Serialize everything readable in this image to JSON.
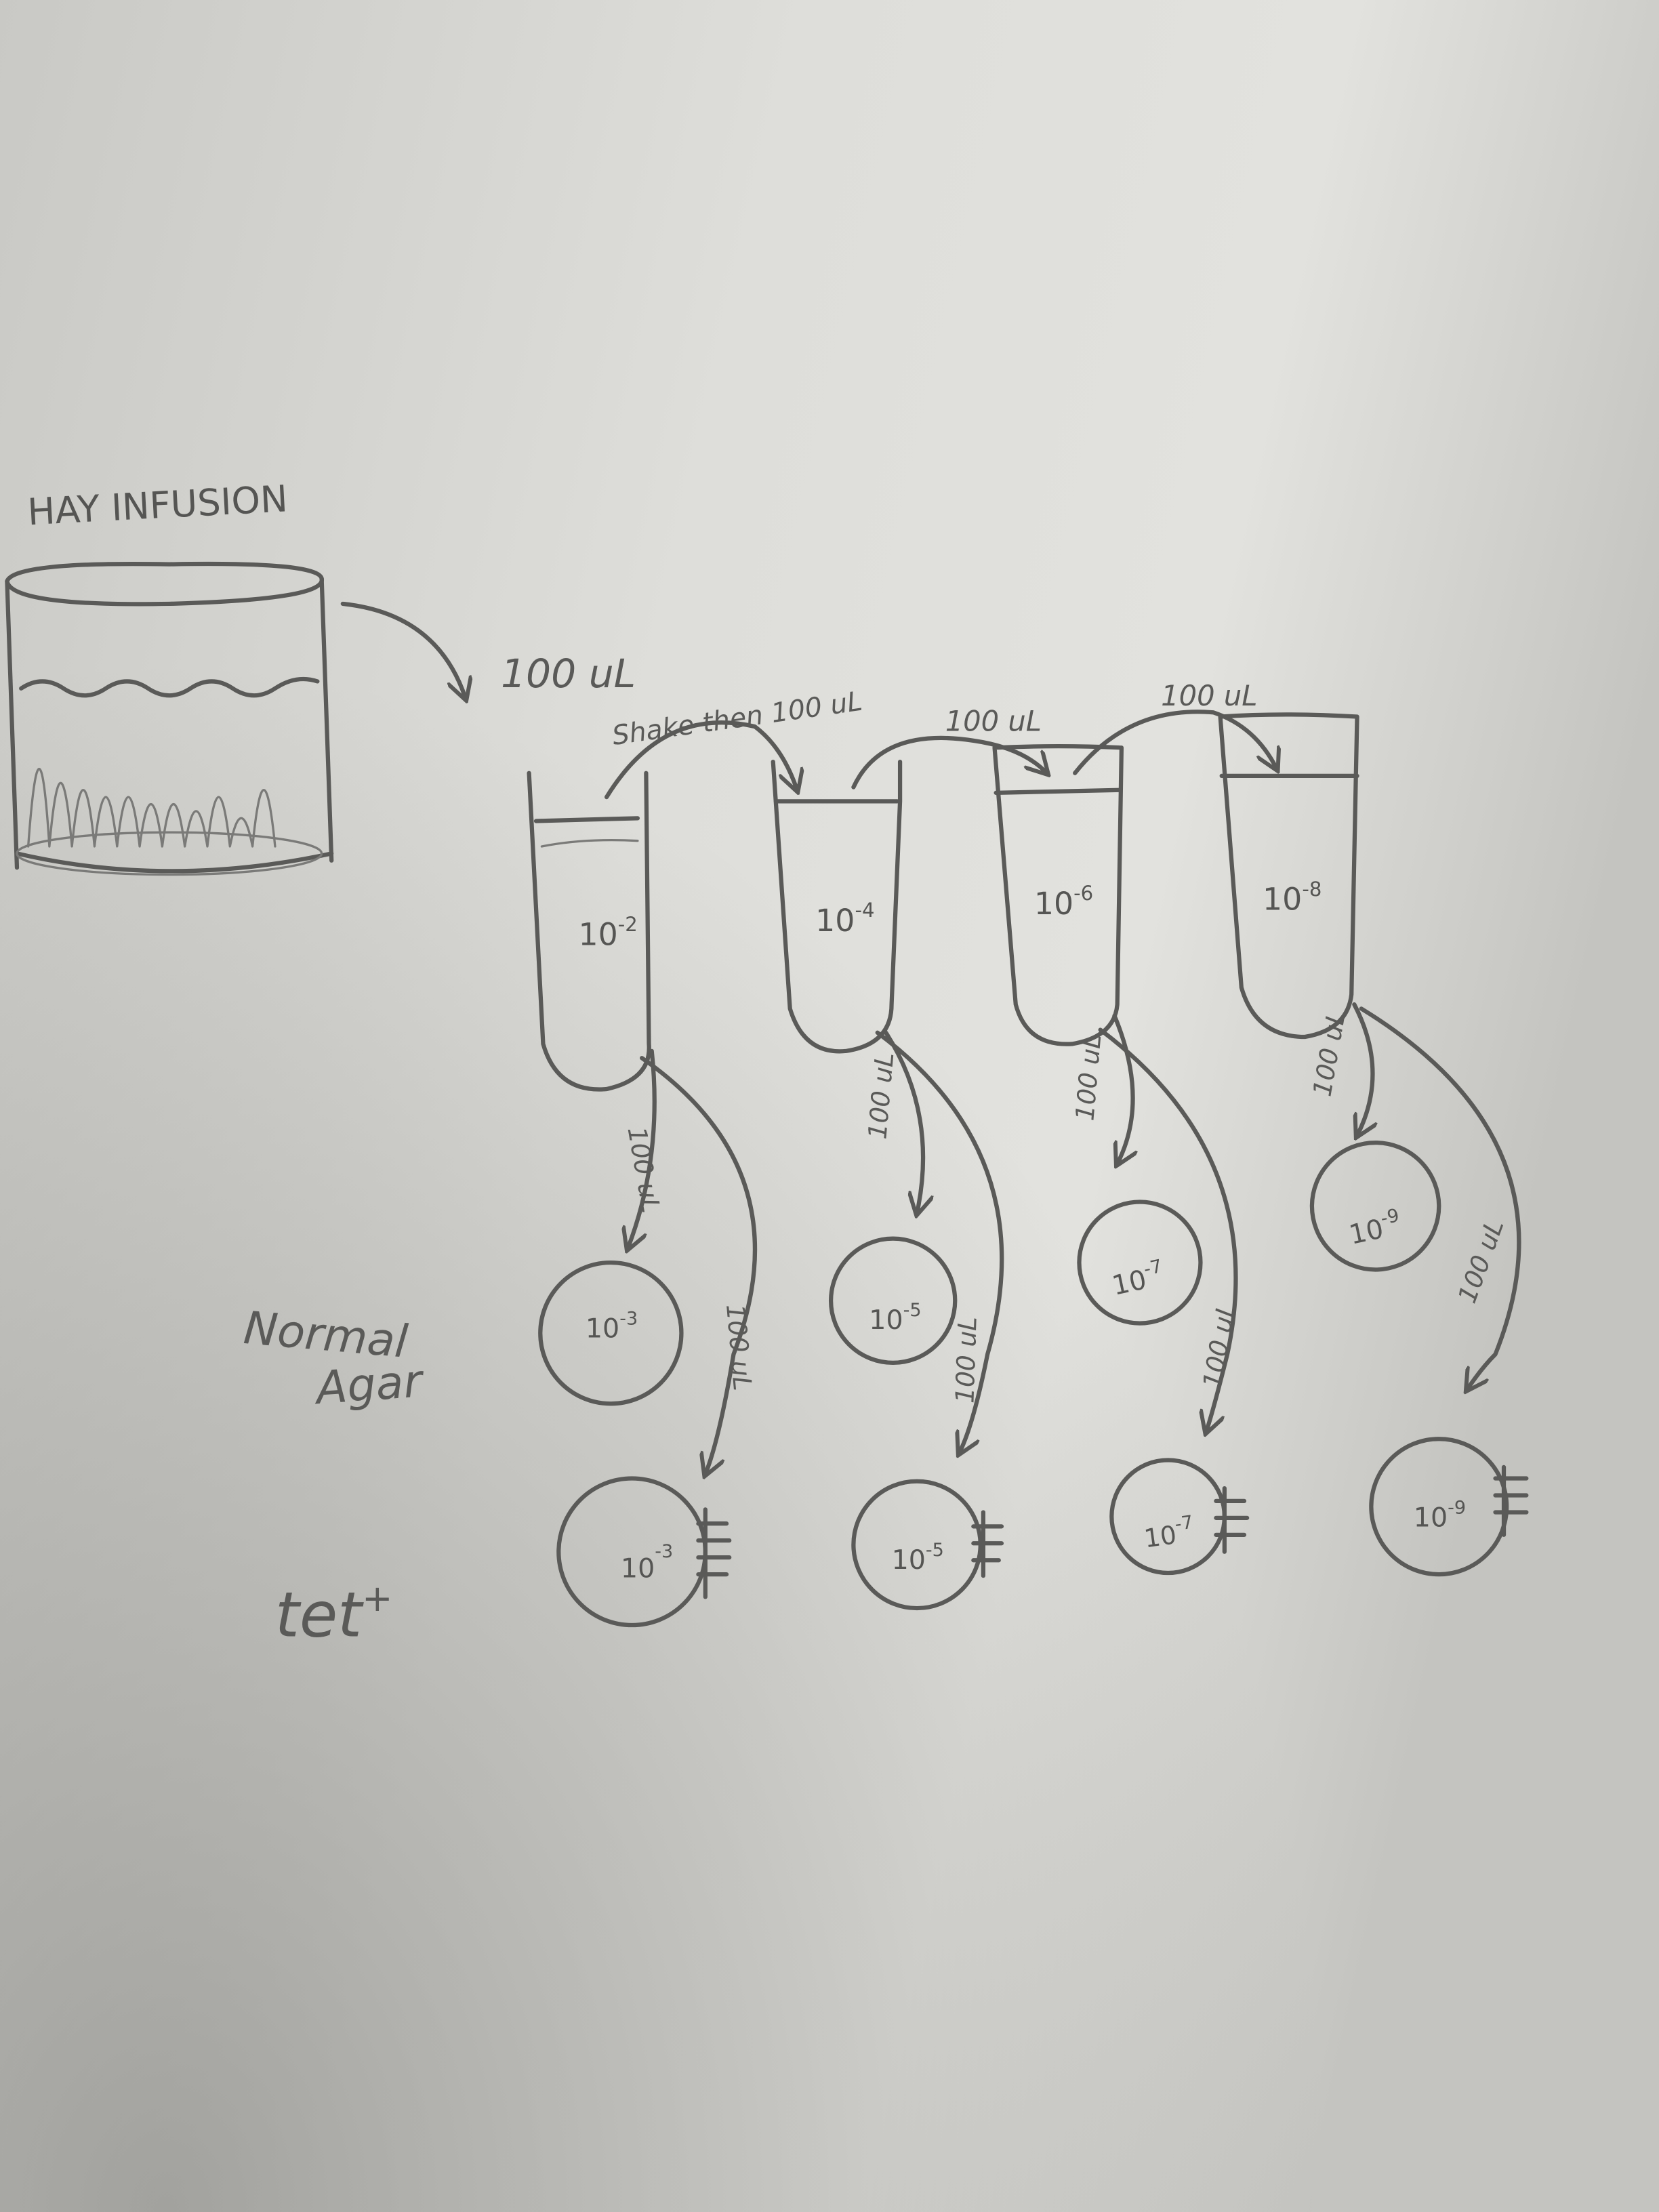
{
  "title": "HAY INFUSION",
  "transfer_volume": "100 uL",
  "first_transfer_note": "Shake then 100 uL",
  "tube_transfer_labels": [
    "100 uL",
    "100 uL"
  ],
  "tubes": [
    {
      "dilution": "10",
      "exp": "-2"
    },
    {
      "dilution": "10",
      "exp": "-4"
    },
    {
      "dilution": "10",
      "exp": "-6"
    },
    {
      "dilution": "10",
      "exp": "-8"
    }
  ],
  "plate_transfer_label": "100 uL",
  "rows": {
    "normal": {
      "label_line1": "Normal",
      "label_line2": "Agar"
    },
    "tet": {
      "label": "tet",
      "sup": "+"
    }
  },
  "normal_plates": [
    {
      "base": "10",
      "exp": "-3"
    },
    {
      "base": "10",
      "exp": "-5"
    },
    {
      "base": "10",
      "exp": "-7"
    },
    {
      "base": "10",
      "exp": "-9"
    }
  ],
  "tet_plates": [
    {
      "base": "10",
      "exp": "-3"
    },
    {
      "base": "10",
      "exp": "-5"
    },
    {
      "base": "10",
      "exp": "-7"
    },
    {
      "base": "10",
      "exp": "-9"
    }
  ],
  "colors": {
    "paper": "#dcdcd8",
    "ink": "#5a5a58"
  }
}
